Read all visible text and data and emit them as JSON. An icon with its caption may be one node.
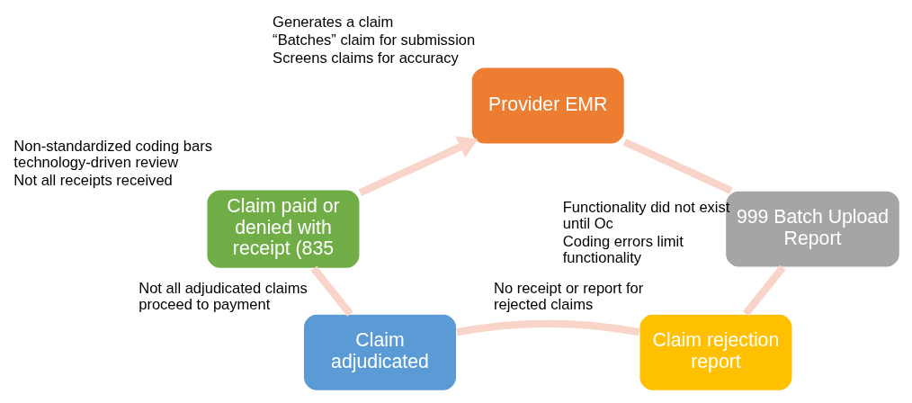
{
  "diagram": {
    "nodes": [
      {
        "text": [
          "Provider EMR"
        ],
        "beside": [
          "Generates a claim",
          "“Batches” claim for submission",
          "Screens claims for accuracy"
        ]
      },
      {
        "text": [
          "999 Batch Upload Report"
        ],
        "beside": [
          "Functionality did not exist until Oc",
          "Coding errors limit functionality"
        ]
      },
      {
        "text": [
          "Claim rejection report"
        ],
        "beside": [
          "No receipt or report for rejected claims"
        ]
      },
      {
        "text": [
          "Claim adjudicated"
        ],
        "beside": [
          "Not all adjudicated claims proceed to payment"
        ]
      },
      {
        "text": [
          "Claim paid or denied with receipt (835"
        ],
        "beside": [
          "Non-standardized coding bars technology-driven review",
          "Not all receipts received"
        ]
      }
    ],
    "edges": [
      {
        "from": 0,
        "to": 1,
        "arrow": "none"
      },
      {
        "from": 1,
        "to": 2,
        "arrow": "none"
      },
      {
        "from": 2,
        "to": 3,
        "arrow": "none"
      },
      {
        "from": 3,
        "to": 4,
        "arrow": "none"
      },
      {
        "from": 4,
        "to": 0,
        "arrow": "to"
      }
    ]
  }
}
